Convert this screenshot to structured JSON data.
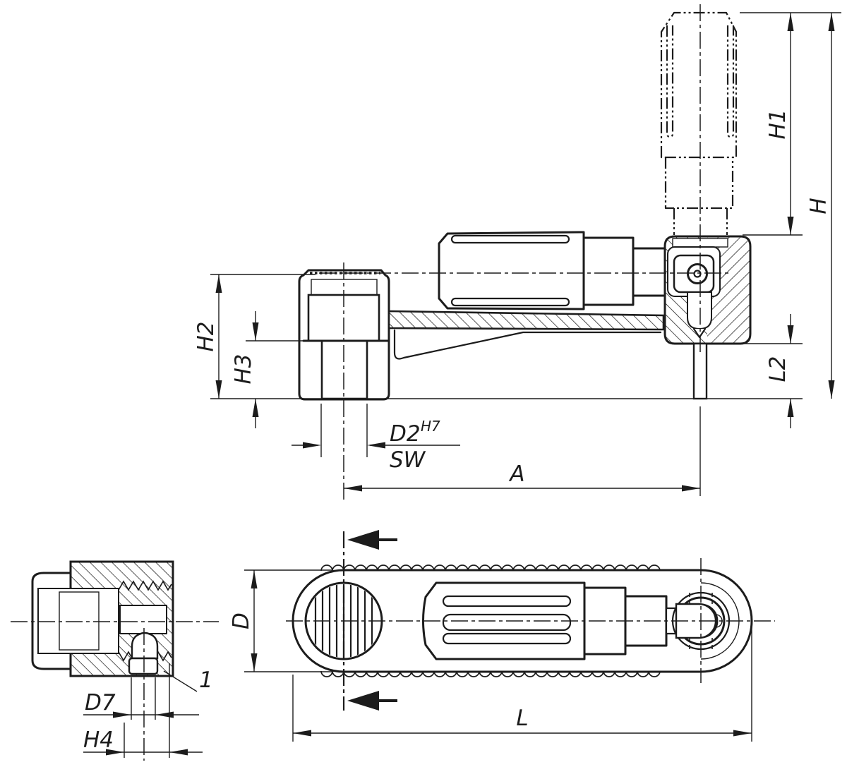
{
  "colors": {
    "background": "#ffffff",
    "ink": "#1c1c1c"
  },
  "dimension_labels": {
    "h1": "H1",
    "h": "H",
    "h2": "H2",
    "h3": "H3",
    "l2": "L2",
    "d2": "D2",
    "d2_tolerance": "H7",
    "sw": "SW",
    "a": "A",
    "d": "D",
    "l": "L",
    "d7": "D7",
    "h4": "H4"
  },
  "callouts": {
    "item_1": "1"
  }
}
